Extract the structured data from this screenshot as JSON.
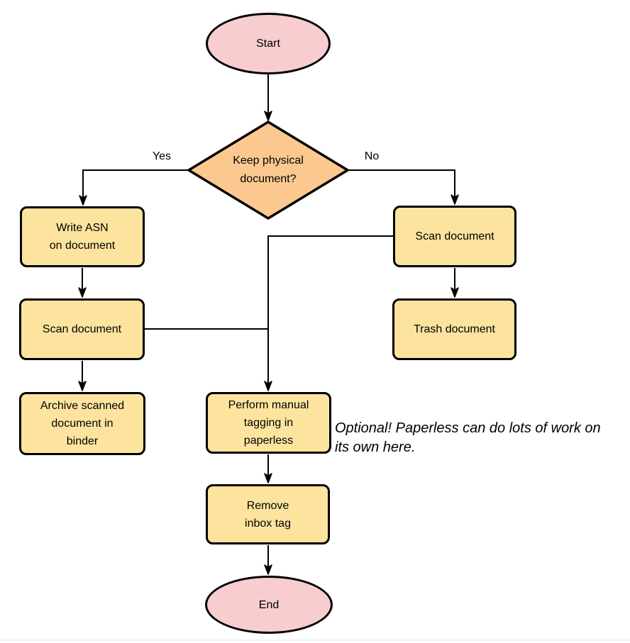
{
  "diagram": {
    "type": "flowchart",
    "colors": {
      "terminal_fill": "#f8cdd0",
      "process_fill": "#fde49e",
      "decision_fill": "#fbc98f",
      "stroke": "#000000"
    },
    "nodes": {
      "start": {
        "label": "Start",
        "shape": "terminal"
      },
      "decision": {
        "label": "Keep physical\ndocument?",
        "shape": "decision"
      },
      "write_asn": {
        "label": "Write ASN\non document",
        "shape": "process"
      },
      "scan_left": {
        "label": "Scan document",
        "shape": "process"
      },
      "archive": {
        "label": "Archive scanned\ndocument in\nbinder",
        "shape": "process"
      },
      "scan_right": {
        "label": "Scan document",
        "shape": "process"
      },
      "trash": {
        "label": "Trash document",
        "shape": "process"
      },
      "tagging": {
        "label": "Perform manual\ntagging in\npaperless",
        "shape": "process"
      },
      "remove_inbox": {
        "label": "Remove\ninbox tag",
        "shape": "process"
      },
      "end": {
        "label": "End",
        "shape": "terminal"
      }
    },
    "edge_labels": {
      "yes": "Yes",
      "no": "No"
    },
    "annotation": "Optional! Paperless can do lots of work on\nits own here."
  }
}
